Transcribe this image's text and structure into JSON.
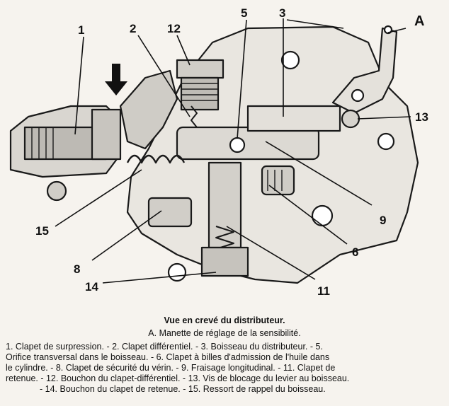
{
  "callouts": {
    "n1": "1",
    "n2": "2",
    "n12": "12",
    "n5": "5",
    "n3": "3",
    "nA": "A",
    "n13": "13",
    "n9": "9",
    "n6": "6",
    "n11": "11",
    "n14": "14",
    "n8": "8",
    "n15": "15"
  },
  "caption": {
    "title": "Vue en crevé du distributeur.",
    "subtitle": "A. Manette de réglage de la sensibilité.",
    "lines": [
      "1. Clapet de surpression. - 2. Clapet différentiel. - 3. Boisseau du distributeur. - 5.",
      "Orifice transversal dans le boisseau. - 6. Clapet à billes d'admission de l'huile dans",
      "le cylindre. - 8. Clapet de sécurité du vérin. - 9. Fraisage longitudinal. - 11. Clapet de",
      "retenue. - 12. Bouchon du clapet-différentiel. - 13. Vis de blocage du levier au boisseau.",
      "- 14. Bouchon du clapet de retenue. - 15. Ressort de rappel du boisseau."
    ]
  }
}
